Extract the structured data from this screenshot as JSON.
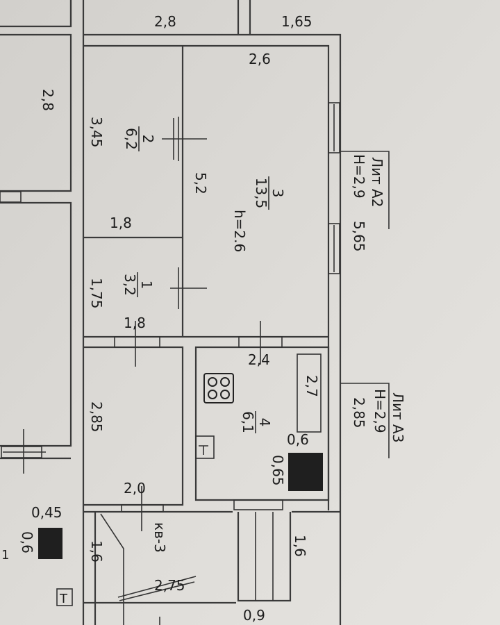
{
  "dimensions": {
    "top_left_width": "2,8",
    "top_right_width": "1,65",
    "room3_width": "2,6",
    "left_room_height": "2,8",
    "room2_length": "3,45",
    "room2_width": "1,8",
    "partition_length": "5,2",
    "room1_length": "1,75",
    "room1_width": "1,8",
    "lit_a2_length": "5,65",
    "door_2_4": "2,4",
    "counter_2_7": "2,7",
    "stove_0_6": "0,6",
    "stove_0_65": "0,65",
    "lit_a3_length": "2,85",
    "corridor_length": "2,85",
    "corridor_width": "2,0",
    "bottom_small_0_45": "0,45",
    "bottom_small_0_6": "0,6",
    "stair_1_6_left": "1,6",
    "bottom_2_75": "2,75",
    "stair_1_6_right": "1,6",
    "bottom_0_9": "0,9"
  },
  "rooms": {
    "room2": {
      "number": "2",
      "area": "6,2"
    },
    "room3": {
      "number": "3",
      "area": "13,5",
      "height": "h=2.6"
    },
    "room1": {
      "number": "1",
      "area": "3,2"
    },
    "room4": {
      "number": "4",
      "area": "6,1"
    }
  },
  "annotations": {
    "lit_a2_title": "Лит А2",
    "lit_a2_height": "Н=2,9",
    "lit_a3_title": "Лит А3",
    "lit_a3_height": "Н=2,9",
    "kv3": "кв-3",
    "toilet_symbol": "T",
    "edge_mark": "1"
  },
  "icons": [
    "stove-icon",
    "toilet-icon",
    "radiator-block"
  ]
}
